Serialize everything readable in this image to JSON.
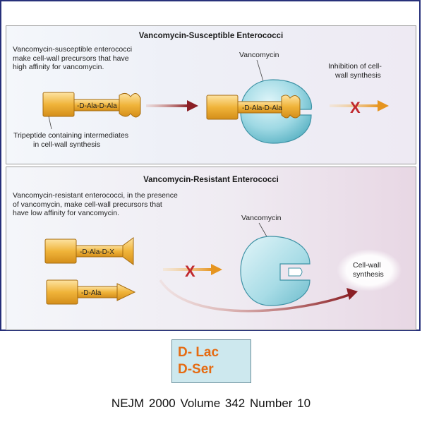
{
  "figure": {
    "panel_top": {
      "title": "Vancomycin-Susceptible Enterococci",
      "description": [
        "Vancomycin-susceptible enterococci",
        "make cell-wall precursors that have",
        "high affinity for vancomycin."
      ],
      "precursor_label": "-D-Ala-D-Ala",
      "bound_label": "-D-Ala-D-Ala",
      "vancomycin_label": "Vancomycin",
      "tripeptide_caption": [
        "Tripeptide containing intermediates",
        "in cell-wall synthesis"
      ],
      "outcome": [
        "Inhibition of cell-",
        "wall synthesis"
      ],
      "block_mark": "X"
    },
    "panel_bottom": {
      "title": "Vancomycin-Resistant Enterococci",
      "description": [
        "Vancomycin-resistant enterococci, in the presence",
        "of vancomycin, make cell-wall precursors that",
        "have low affinity for vancomycin."
      ],
      "precursor1_label": "-D-Ala-D-X",
      "precursor2_label": "-D-Ala",
      "vancomycin_label": "Vancomycin",
      "block_mark": "X",
      "outcome": [
        "Cell-wall",
        "synthesis"
      ]
    }
  },
  "legend_box": {
    "line1": "D- Lac",
    "line2": "D-Ser"
  },
  "citation": "NEJM 2000 Volume  342 Number  10",
  "colors": {
    "frame_border": "#27307a",
    "precursor_fill": "#f0b43a",
    "vancomycin_fill": "#8fd3df",
    "arrow_dark_red": "#8a1f25",
    "arrow_orange": "#eba03a",
    "block_x": "#c0282d",
    "legend_text": "#e56b12",
    "legend_bg": "#cde8ee"
  }
}
